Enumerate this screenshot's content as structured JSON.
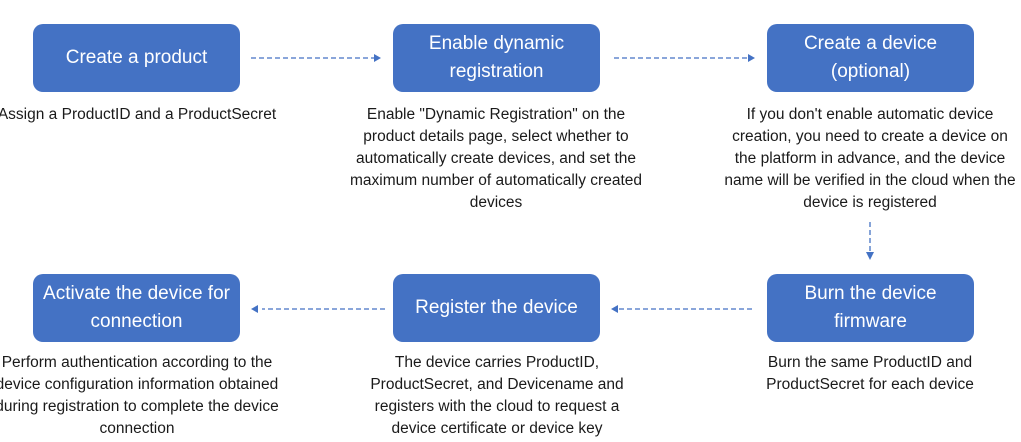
{
  "colors": {
    "box_fill": "#4472c4",
    "box_text": "#ffffff",
    "arrow": "#4472c4",
    "desc_text": "#1a1a1a"
  },
  "steps": [
    {
      "title": "Create a product",
      "description": "Assign a ProductID and a ProductSecret"
    },
    {
      "title": "Enable dynamic registration",
      "description": "Enable \"Dynamic Registration\" on the product details page, select whether to automatically create devices, and set the maximum number of automatically created devices"
    },
    {
      "title": "Create a device (optional)",
      "description": "If you don't enable automatic device creation, you need to create a device on the platform in advance, and the device name will be verified in the cloud when the device is registered"
    },
    {
      "title": "Burn the device firmware",
      "description": "Burn the same ProductID and ProductSecret for each device"
    },
    {
      "title": "Register the device",
      "description": "The device carries ProductID, ProductSecret, and Devicename and registers with the cloud to request a device certificate or device key"
    },
    {
      "title": "Activate the device for connection",
      "description": "Perform authentication according to the device configuration information obtained during registration to complete the device connection"
    }
  ],
  "flow": [
    {
      "from": "Create a product",
      "to": "Enable dynamic registration",
      "style": "dashed"
    },
    {
      "from": "Enable dynamic registration",
      "to": "Create a device (optional)",
      "style": "dashed"
    },
    {
      "from": "Create a device (optional)",
      "to": "Burn the device firmware",
      "style": "dashed"
    },
    {
      "from": "Burn the device firmware",
      "to": "Register the device",
      "style": "dashed"
    },
    {
      "from": "Register the device",
      "to": "Activate the device for connection",
      "style": "dashed"
    }
  ]
}
